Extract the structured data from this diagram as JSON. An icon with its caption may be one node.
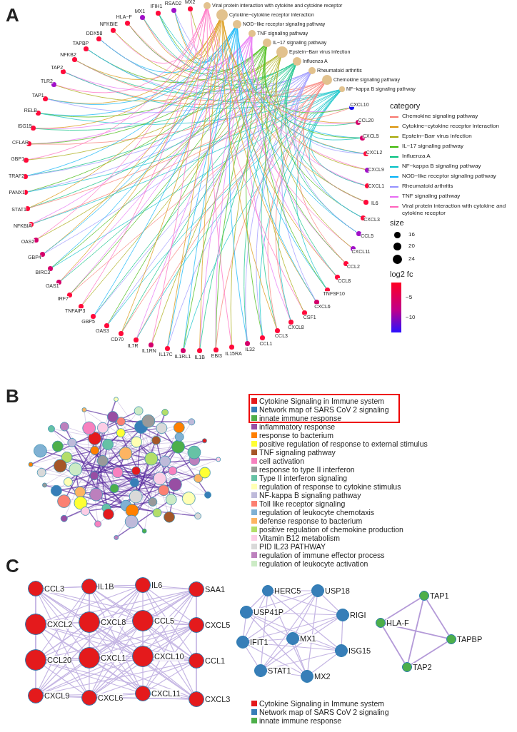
{
  "diagram": {
    "nodes": [
      {
        "text": [
          "MX2"
        ]
      },
      {
        "text": [
          "RSAD2"
        ]
      },
      {
        "text": [
          "IFIH1"
        ]
      },
      {
        "text": [
          "MX1"
        ]
      },
      {
        "text": [
          "HLA−F"
        ]
      },
      {
        "text": [
          "NFKBIE"
        ]
      },
      {
        "text": [
          "DDX58"
        ]
      },
      {
        "text": [
          "TAPBP"
        ]
      },
      {
        "text": [
          "NFKB2"
        ]
      },
      {
        "text": [
          "TAP2"
        ]
      },
      {
        "text": [
          "TLR2"
        ]
      },
      {
        "text": [
          "TAP1"
        ]
      },
      {
        "text": [
          "RELB"
        ]
      },
      {
        "text": [
          "ISG15"
        ]
      },
      {
        "text": [
          "CFLAR"
        ]
      },
      {
        "text": [
          "GBP1"
        ]
      },
      {
        "text": [
          "TRAF2"
        ]
      },
      {
        "text": [
          "PANX1"
        ]
      },
      {
        "text": [
          "STAT1"
        ]
      },
      {
        "text": [
          "NFKBIA"
        ]
      },
      {
        "text": [
          "OAS2"
        ]
      },
      {
        "text": [
          "GBP4"
        ]
      },
      {
        "text": [
          "BIRC3"
        ]
      },
      {
        "text": [
          "OAS1"
        ]
      },
      {
        "text": [
          "IRF7"
        ]
      },
      {
        "text": [
          "TNFAIP3"
        ]
      },
      {
        "text": [
          "GBP5"
        ]
      },
      {
        "text": [
          "OAS3"
        ]
      },
      {
        "text": [
          "CD70"
        ]
      },
      {
        "text": [
          "IL7R"
        ]
      },
      {
        "text": [
          "IL1RN"
        ]
      },
      {
        "text": [
          "IL17C"
        ]
      },
      {
        "text": [
          "IL1RL1"
        ]
      },
      {
        "text": [
          "IL1B"
        ]
      },
      {
        "text": [
          "EBI3"
        ]
      },
      {
        "text": [
          "IL15RA"
        ]
      },
      {
        "text": [
          "IL32"
        ]
      },
      {
        "text": [
          "CCL1"
        ]
      },
      {
        "text": [
          "CCL3"
        ]
      },
      {
        "text": [
          "CXCL8"
        ]
      },
      {
        "text": [
          "CSF1"
        ]
      },
      {
        "text": [
          "CXCL6"
        ]
      },
      {
        "text": [
          "TNFSF10"
        ]
      },
      {
        "text": [
          "CCL8"
        ]
      },
      {
        "text": [
          "CCL2"
        ]
      },
      {
        "text": [
          "CXCL11"
        ]
      },
      {
        "text": [
          "CCL5"
        ]
      },
      {
        "text": [
          "CXCL3"
        ]
      },
      {
        "text": [
          "IL6"
        ]
      },
      {
        "text": [
          "CXCL1"
        ]
      },
      {
        "text": [
          "CXCL9"
        ]
      },
      {
        "text": [
          "CXCL2"
        ]
      },
      {
        "text": [
          "CXCL5"
        ]
      },
      {
        "text": [
          "CCL20"
        ]
      },
      {
        "text": [
          "CXCL10"
        ]
      },
      {
        "text": [
          "Viral protein interaction with cytokine and cytokine receptor"
        ]
      },
      {
        "text": [
          "Cytokine−cytokine receptor interaction"
        ]
      },
      {
        "text": [
          "NOD−like receptor signaling pathway"
        ]
      },
      {
        "text": [
          "TNF signaling pathway"
        ]
      },
      {
        "text": [
          "IL−17 signaling pathway"
        ]
      },
      {
        "text": [
          "Epstein−Barr virus infection"
        ]
      },
      {
        "text": [
          "Influenza A"
        ]
      },
      {
        "text": [
          "Rheumatoid arthritis"
        ]
      },
      {
        "text": [
          "Chemokine signaling pathway"
        ]
      },
      {
        "text": [
          "NF−kappa B signaling pathway"
        ]
      },
      {
        "text": [
          "IL1B"
        ]
      },
      {
        "text": [
          "IL6"
        ]
      },
      {
        "text": [
          "CCL3"
        ]
      },
      {
        "text": [
          "CCL5"
        ]
      },
      {
        "text": [
          "CXCL8"
        ]
      },
      {
        "text": [
          "CXCL2"
        ]
      },
      {
        "text": [
          "CXCL10"
        ]
      },
      {
        "text": [
          "SAA1"
        ]
      },
      {
        "text": [
          "CCL20"
        ]
      },
      {
        "text": [
          "CXCL1"
        ]
      },
      {
        "text": [
          "CXCL5"
        ]
      },
      {
        "text": [
          "CXCL11"
        ]
      },
      {
        "text": [
          "CCL1"
        ]
      },
      {
        "text": [
          "CXCL9"
        ]
      },
      {
        "text": [
          "CXCL6"
        ]
      },
      {
        "text": [
          "CXCL3"
        ]
      },
      {
        "text": [
          "HERC5"
        ]
      },
      {
        "text": [
          "USP18"
        ]
      },
      {
        "text": [
          "USP41P"
        ]
      },
      {
        "text": [
          "RIGI"
        ]
      },
      {
        "text": [
          "IFIT1"
        ]
      },
      {
        "text": [
          "MX1"
        ]
      },
      {
        "text": [
          "ISG15"
        ]
      },
      {
        "text": [
          "STAT1"
        ]
      },
      {
        "text": [
          "MX2"
        ]
      },
      {
        "text": [
          "TAP1"
        ]
      },
      {
        "text": [
          "HLA-F"
        ]
      },
      {
        "text": [
          "TAPBP"
        ]
      },
      {
        "text": [
          "TAP2"
        ]
      }
    ],
    "edges": [
      {
        "from": 90,
        "to": 91,
        "arrow": "none"
      },
      {
        "from": 90,
        "to": 92,
        "arrow": "none"
      },
      {
        "from": 90,
        "to": 93,
        "arrow": "none"
      },
      {
        "from": 91,
        "to": 92,
        "arrow": "none"
      },
      {
        "from": 91,
        "to": 93,
        "arrow": "none"
      },
      {
        "from": 92,
        "to": 93,
        "arrow": "none"
      }
    ],
    "labels": [
      "A",
      "category",
      "size",
      "16",
      "20",
      "24",
      "log2 fc",
      "−5",
      "−10",
      "B",
      "C"
    ],
    "legend": [
      {
        "text": "Chemokine signaling pathway"
      },
      {
        "text": "Cytokine−cytokine receptor interaction"
      },
      {
        "text": "Epstein−Barr virus infection"
      },
      {
        "text": "IL−17 signaling pathway"
      },
      {
        "text": "Influenza A"
      },
      {
        "text": "NF−kappa B signaling pathway"
      },
      {
        "text": "NOD−like receptor signaling pathway"
      },
      {
        "text": "Rheumatoid arthritis"
      },
      {
        "text": "TNF signaling pathway"
      },
      {
        "text": "Viral protein interaction with cytokine and cytokine receptor"
      },
      {
        "text": "Cytokine Signaling in Immune system",
        "color": "#e41a1c"
      },
      {
        "text": "Network map of SARS CoV 2 signaling",
        "color": "#377eb8"
      },
      {
        "text": "innate immune response",
        "color": "#4daf4a"
      },
      {
        "text": "inflammatory response",
        "color": "#984ea3"
      },
      {
        "text": "response to bacterium",
        "color": "#ff7f00"
      },
      {
        "text": "positive regulation of response to external stimulus",
        "color": "#ffff33"
      },
      {
        "text": "TNF signaling pathway",
        "color": "#a65628"
      },
      {
        "text": "cell activation",
        "color": "#f781bf"
      },
      {
        "text": "response to type II interferon",
        "color": "#999999"
      },
      {
        "text": "Type II interferon signaling",
        "color": "#66c2a5"
      },
      {
        "text": "regulation of response to cytokine stimulus",
        "color": "#ffffb3"
      },
      {
        "text": "NF-kappa B signaling pathway",
        "color": "#bebada"
      },
      {
        "text": "Toll like receptor signaling",
        "color": "#fb8072"
      },
      {
        "text": "regulation of leukocyte chemotaxis",
        "color": "#80b1d3"
      },
      {
        "text": "defense response to bacterium",
        "color": "#fdb462"
      },
      {
        "text": "positive regulation of chemokine production",
        "color": "#b3de69"
      },
      {
        "text": "Vitamin B12 metabolism",
        "color": "#fccde5"
      },
      {
        "text": "PID IL23 PATHWAY",
        "color": "#d9d9d9"
      },
      {
        "text": "regulation of immune effector process",
        "color": "#bc80bd"
      },
      {
        "text": "regulation of leukocyte activation",
        "color": "#ccebc5"
      },
      {
        "text": "Cytokine Signaling in Immune system",
        "color": "#e41a1c"
      },
      {
        "text": "Network map of SARS CoV 2 signaling",
        "color": "#377eb8"
      },
      {
        "text": "innate immune response",
        "color": "#4daf4a"
      }
    ]
  }
}
